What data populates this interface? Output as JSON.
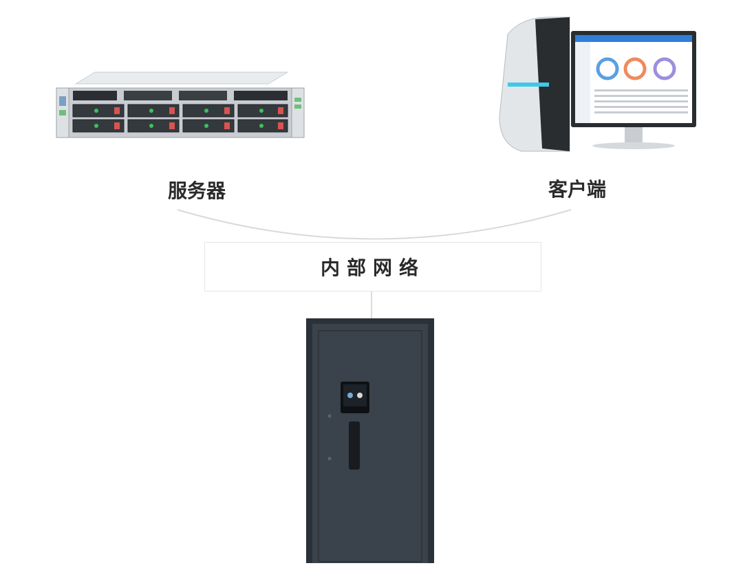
{
  "nodes": {
    "server": {
      "label": "服务器",
      "icon": "rack-server-icon"
    },
    "client": {
      "label": "客户端",
      "icon": "desktop-computer-icon"
    },
    "network": {
      "label": "内部网络"
    },
    "door": {
      "icon": "smart-security-door-icon"
    }
  },
  "colors": {
    "text": "#2a2a2a",
    "connector": "#d9d9d9",
    "door_body": "#3a424b",
    "server_body": "#cfd3d6",
    "screen_accent": "#2f7ed8"
  }
}
